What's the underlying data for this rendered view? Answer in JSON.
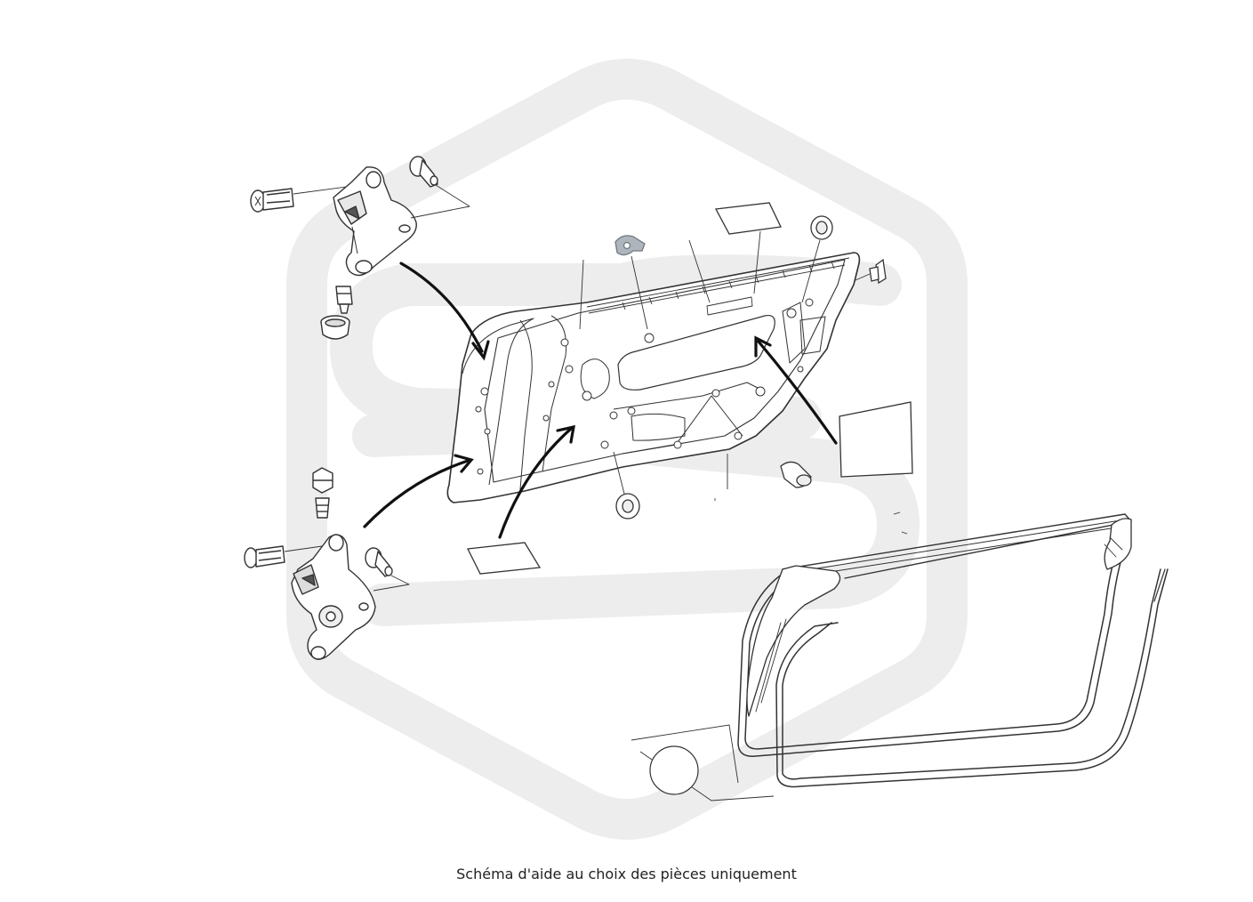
{
  "caption": "Schéma d'aide au choix des pièces uniquement",
  "colors": {
    "line": "#333333",
    "watermark": "#ededed",
    "highlight": "#aeb5bd",
    "arrow": "#111111"
  },
  "watermark": "logo-watermark",
  "diagram_type": "exploded-parts-view",
  "part_count_shown": 22
}
